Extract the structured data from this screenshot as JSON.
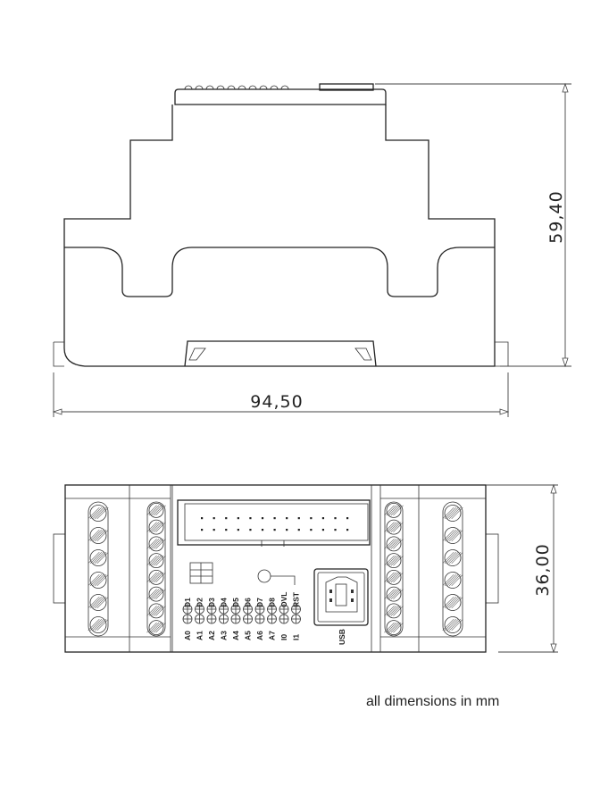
{
  "dimensions": {
    "width": "94,50",
    "height": "59,40",
    "depth": "36,00"
  },
  "note": "all dimensions in mm",
  "front_panel": {
    "led_labels_top": [
      "D1",
      "D2",
      "D3",
      "D4",
      "D5",
      "D6",
      "D7",
      "D8",
      "OVL",
      "RST"
    ],
    "led_labels_bottom": [
      "A0",
      "A1",
      "A2",
      "A3",
      "A4",
      "A5",
      "A6",
      "A7",
      "I0",
      "I1"
    ],
    "usb_label": "USB",
    "header_pins_per_row": 13,
    "left_outer_terminals": 6,
    "left_inner_terminals": 8,
    "right_inner_terminals": 8,
    "right_outer_terminals": 6
  }
}
